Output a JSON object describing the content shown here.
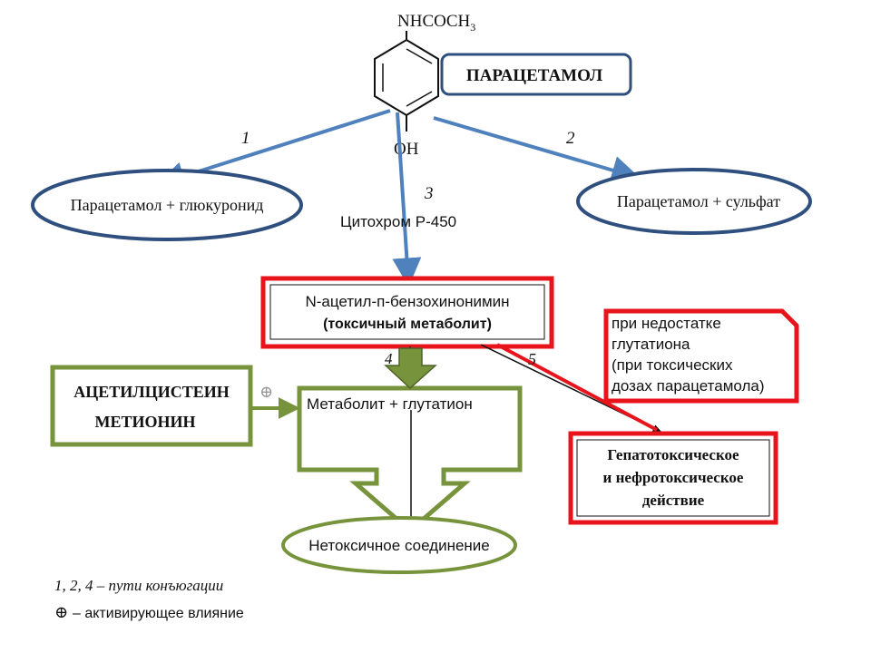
{
  "structure": {
    "top_group": "NHCOCH",
    "top_group_subscript": "3",
    "bottom_group": "OH"
  },
  "nodes": {
    "paracetamol": "ПАРАЦЕТАМОЛ",
    "glucuronide": "Парацетамол + глюкуронид",
    "sulfate": "Парацетамол + сульфат",
    "cytochrome": "Цитохром Р-450",
    "napqi_line1": "N-ацетил-п-бензохинонимин",
    "napqi_line2": "(токсичный метаболит)",
    "metabolite_glutathione": "Метаболит + глутатион",
    "nontoxic": "Нетоксичное соединение",
    "antidote_line1": "АЦЕТИЛЦИСТЕИН",
    "antidote_line2": "МЕТИОНИН",
    "note_line1": "при недостатке",
    "note_line2": "глутатиона",
    "note_line3": "(при токсических",
    "note_line4": "дозах парацетамола)",
    "toxic_line1": "Гепатотоксическое",
    "toxic_line2": "и нефротоксическое",
    "toxic_line3": "действие",
    "plus_symbol": "⊕"
  },
  "path_labels": {
    "p1": "1",
    "p2": "2",
    "p3": "3",
    "p4": "4",
    "p5": "5"
  },
  "legend": {
    "conjugation": "1, 2, 4  – пути конъюгации",
    "activating": "– активирующее влияние",
    "activating_symbol": "⊕"
  },
  "colors": {
    "blue_arrow": "#4f81bd",
    "blue_outline": "#2f4f7f",
    "red": "#e8141c",
    "green": "#77933c",
    "text": "#111111"
  }
}
